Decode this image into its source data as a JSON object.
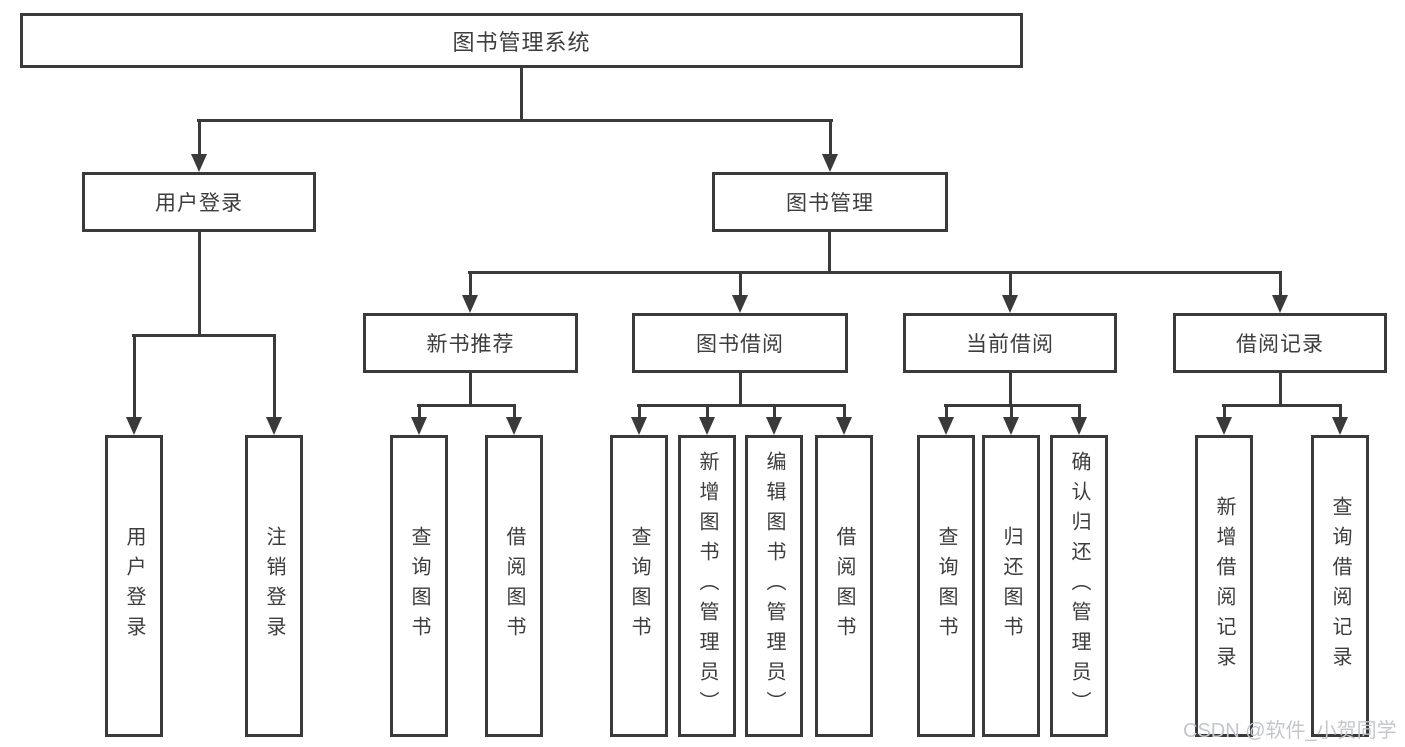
{
  "diagram": {
    "root": {
      "label": "图书管理系统"
    },
    "branches": [
      {
        "label": "用户登录",
        "children": [
          "用户登录",
          "注销登录"
        ]
      },
      {
        "label": "图书管理",
        "sections": [
          {
            "label": "新书推荐",
            "children": [
              "查询图书",
              "借阅图书"
            ]
          },
          {
            "label": "图书借阅",
            "children": [
              "查询图书",
              "新增图书（管理员）",
              "编辑图书（管理员）",
              "借阅图书"
            ]
          },
          {
            "label": "当前借阅",
            "children": [
              "查询图书",
              "归还图书",
              "确认归还（管理员）"
            ]
          },
          {
            "label": "借阅记录",
            "children": [
              "新增借阅记录",
              "查询借阅记录"
            ]
          }
        ]
      }
    ]
  },
  "watermark": {
    "text": "CSDN @软件_小贺同学"
  },
  "colors": {
    "line": "#3a3a3a",
    "text": "#3d3d3d",
    "watermark": "#c3c6cb"
  }
}
